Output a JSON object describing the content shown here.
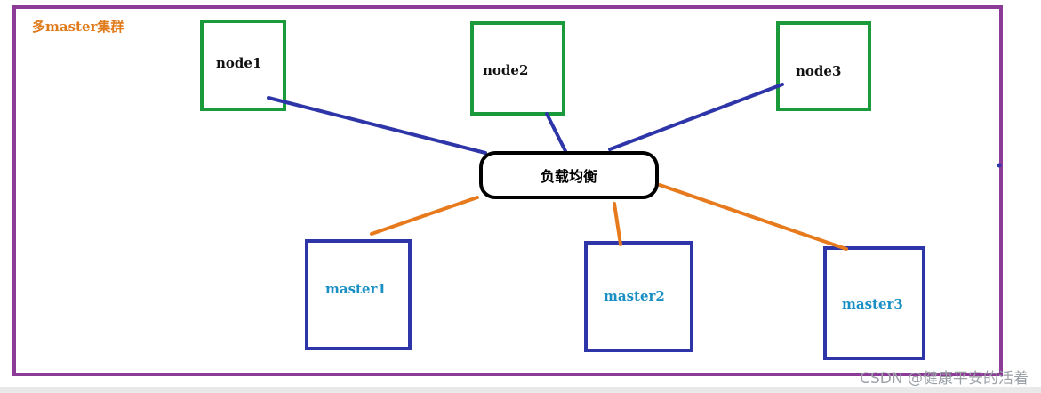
{
  "diagram": {
    "title": "多master集群",
    "load_balancer": "负载均衡",
    "nodes": [
      "node1",
      "node2",
      "node3"
    ],
    "masters": [
      "master1",
      "master2",
      "master3"
    ],
    "watermark": "CSDN @健康平安的活着"
  },
  "colors": {
    "frame": "#8b3a96",
    "title": "#e07b1c",
    "node_box": "#1a9a3a",
    "master_box": "#2e35a8",
    "node_link": "#2e35a8",
    "master_link": "#e87a1e",
    "master_label": "#1a8fc4",
    "load_balancer_border": "#000000"
  }
}
